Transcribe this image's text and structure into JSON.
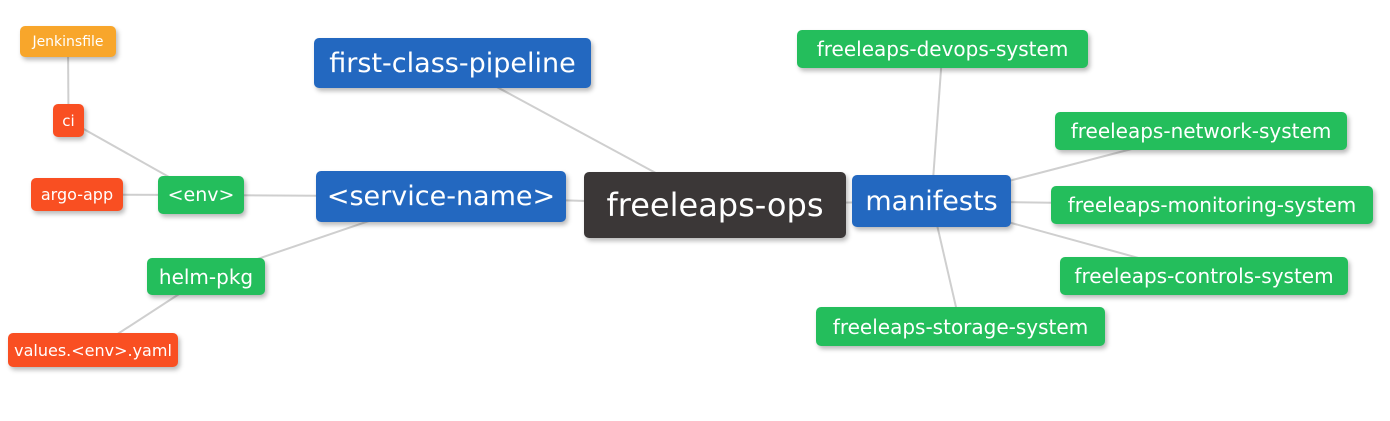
{
  "diagram": {
    "type": "mindmap",
    "root_label": "freeleaps-ops"
  },
  "colors": {
    "background": "#ffffff",
    "text": "#ffffff",
    "root": "#3b3737",
    "primary": "#2368c0",
    "success": "#24be5c",
    "warning": "#f8a62b",
    "danger": "#f94f22",
    "edge": "#cfcfcf"
  },
  "nodes": [
    {
      "id": "jenkinsfile",
      "label": "Jenkinsfile",
      "color_role": "warning"
    },
    {
      "id": "ci",
      "label": "ci",
      "color_role": "danger"
    },
    {
      "id": "argo-app",
      "label": "argo-app",
      "color_role": "danger"
    },
    {
      "id": "env",
      "label": "<env>",
      "color_role": "success"
    },
    {
      "id": "helm-pkg",
      "label": "helm-pkg",
      "color_role": "success"
    },
    {
      "id": "values-env-yaml",
      "label": "values.<env>.yaml",
      "color_role": "danger"
    },
    {
      "id": "first-class-pipeline",
      "label": "first-class-pipeline",
      "color_role": "primary"
    },
    {
      "id": "service-name",
      "label": "<service-name>",
      "color_role": "primary"
    },
    {
      "id": "freeleaps-ops",
      "label": "freeleaps-ops",
      "color_role": "root"
    },
    {
      "id": "manifests",
      "label": "manifests",
      "color_role": "primary"
    },
    {
      "id": "devops-system",
      "label": "freeleaps-devops-system",
      "color_role": "success"
    },
    {
      "id": "network-system",
      "label": "freeleaps-network-system",
      "color_role": "success"
    },
    {
      "id": "monitoring-system",
      "label": "freeleaps-monitoring-system",
      "color_role": "success"
    },
    {
      "id": "controls-system",
      "label": "freeleaps-controls-system",
      "color_role": "success"
    },
    {
      "id": "storage-system",
      "label": "freeleaps-storage-system",
      "color_role": "success"
    }
  ],
  "edges": [
    {
      "from": "jenkinsfile",
      "to": "ci"
    },
    {
      "from": "ci",
      "to": "env"
    },
    {
      "from": "argo-app",
      "to": "env"
    },
    {
      "from": "env",
      "to": "service-name"
    },
    {
      "from": "helm-pkg",
      "to": "service-name"
    },
    {
      "from": "values-env-yaml",
      "to": "helm-pkg"
    },
    {
      "from": "first-class-pipeline",
      "to": "freeleaps-ops"
    },
    {
      "from": "service-name",
      "to": "freeleaps-ops"
    },
    {
      "from": "freeleaps-ops",
      "to": "manifests"
    },
    {
      "from": "manifests",
      "to": "devops-system"
    },
    {
      "from": "manifests",
      "to": "network-system"
    },
    {
      "from": "manifests",
      "to": "monitoring-system"
    },
    {
      "from": "manifests",
      "to": "controls-system"
    },
    {
      "from": "manifests",
      "to": "storage-system"
    }
  ]
}
